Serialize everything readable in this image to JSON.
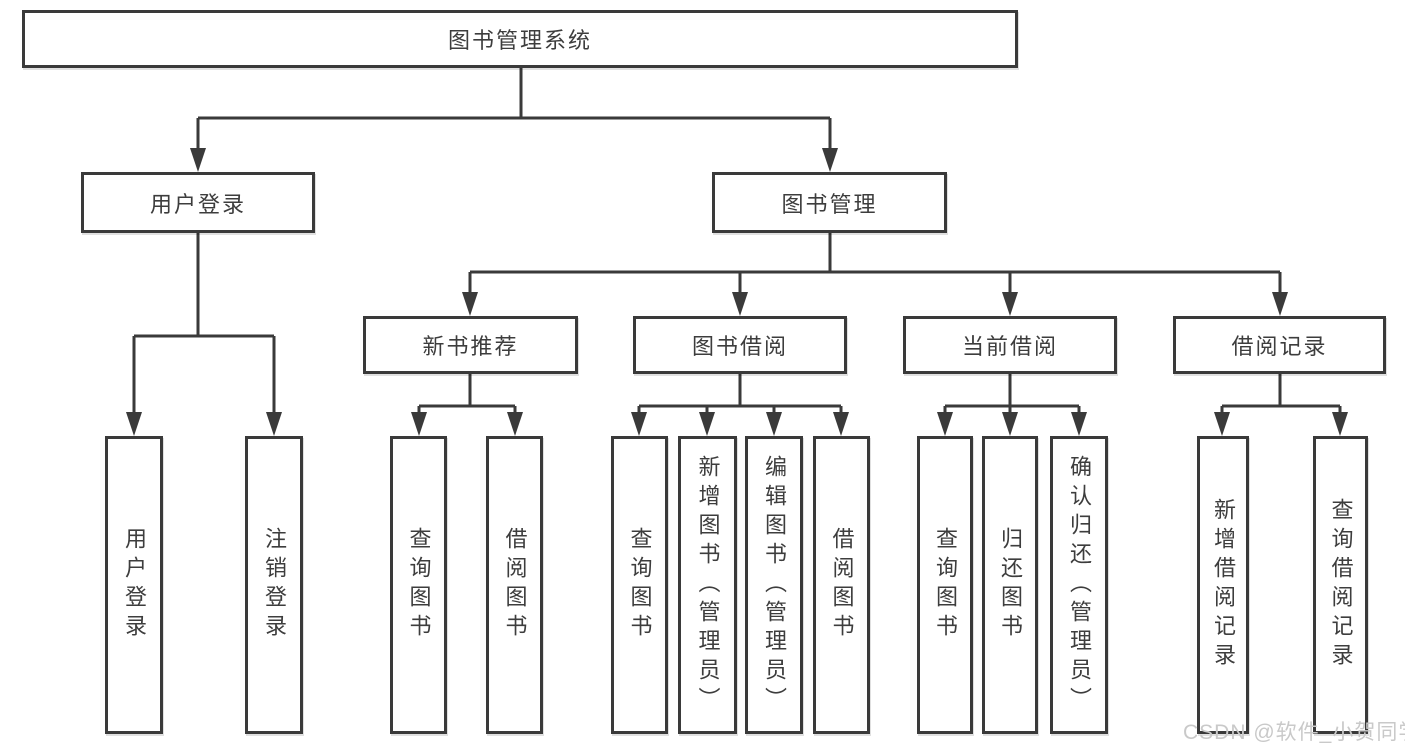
{
  "tree": {
    "root": "图书管理系统",
    "branches": [
      {
        "label": "用户登录",
        "children": [
          "用户登录",
          "注销登录"
        ]
      },
      {
        "label": "图书管理",
        "groups": [
          {
            "label": "新书推荐",
            "children": [
              "查询图书",
              "借阅图书"
            ]
          },
          {
            "label": "图书借阅",
            "children": [
              "查询图书",
              "新增图书（管理员）",
              "编辑图书（管理员）",
              "借阅图书"
            ]
          },
          {
            "label": "当前借阅",
            "children": [
              "查询图书",
              "归还图书",
              "确认归还（管理员）"
            ]
          },
          {
            "label": "借阅记录",
            "children": [
              "新增借阅记录",
              "查询借阅记录"
            ]
          }
        ]
      }
    ]
  },
  "watermark": "CSDN @软件_小贺同学",
  "colors": {
    "line": "#3a3a3a",
    "text": "#3d3d3d",
    "watermark": "#c9c9c9",
    "background": "#ffffff"
  }
}
